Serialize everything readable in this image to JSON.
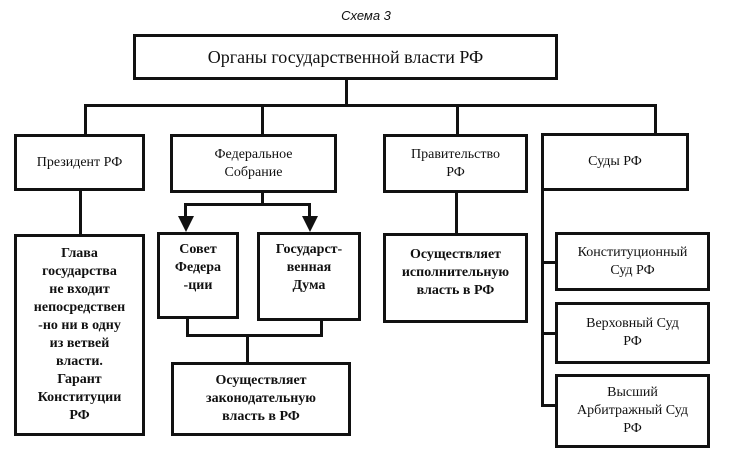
{
  "caption": "Схема 3",
  "root": {
    "label": "Органы государственной власти РФ"
  },
  "branches": {
    "president": {
      "label": "Президент РФ",
      "description": "Глава\nгосударства\nне входит\nнепосредствен\n-но ни в одну\nиз ветвей\nвласти.\nГарант\nКонституции\nРФ"
    },
    "federal_assembly": {
      "label": "Федеральное\nСобрание",
      "chambers": [
        {
          "label": "Совет\nФедера\n-ции"
        },
        {
          "label": "Государст-\nвенная\nДума"
        }
      ],
      "description": "Осуществляет\nзаконодательную\nвласть в РФ"
    },
    "government": {
      "label": "Правительство\nРФ",
      "description": "Осуществляет\nисполнительную\nвласть в РФ"
    },
    "courts": {
      "label": "Суды РФ",
      "items": [
        {
          "label": "Конституционный\nСуд РФ"
        },
        {
          "label": "Верховный Суд\nРФ"
        },
        {
          "label": "Высший\nАрбитражный Суд\nРФ"
        }
      ]
    }
  }
}
